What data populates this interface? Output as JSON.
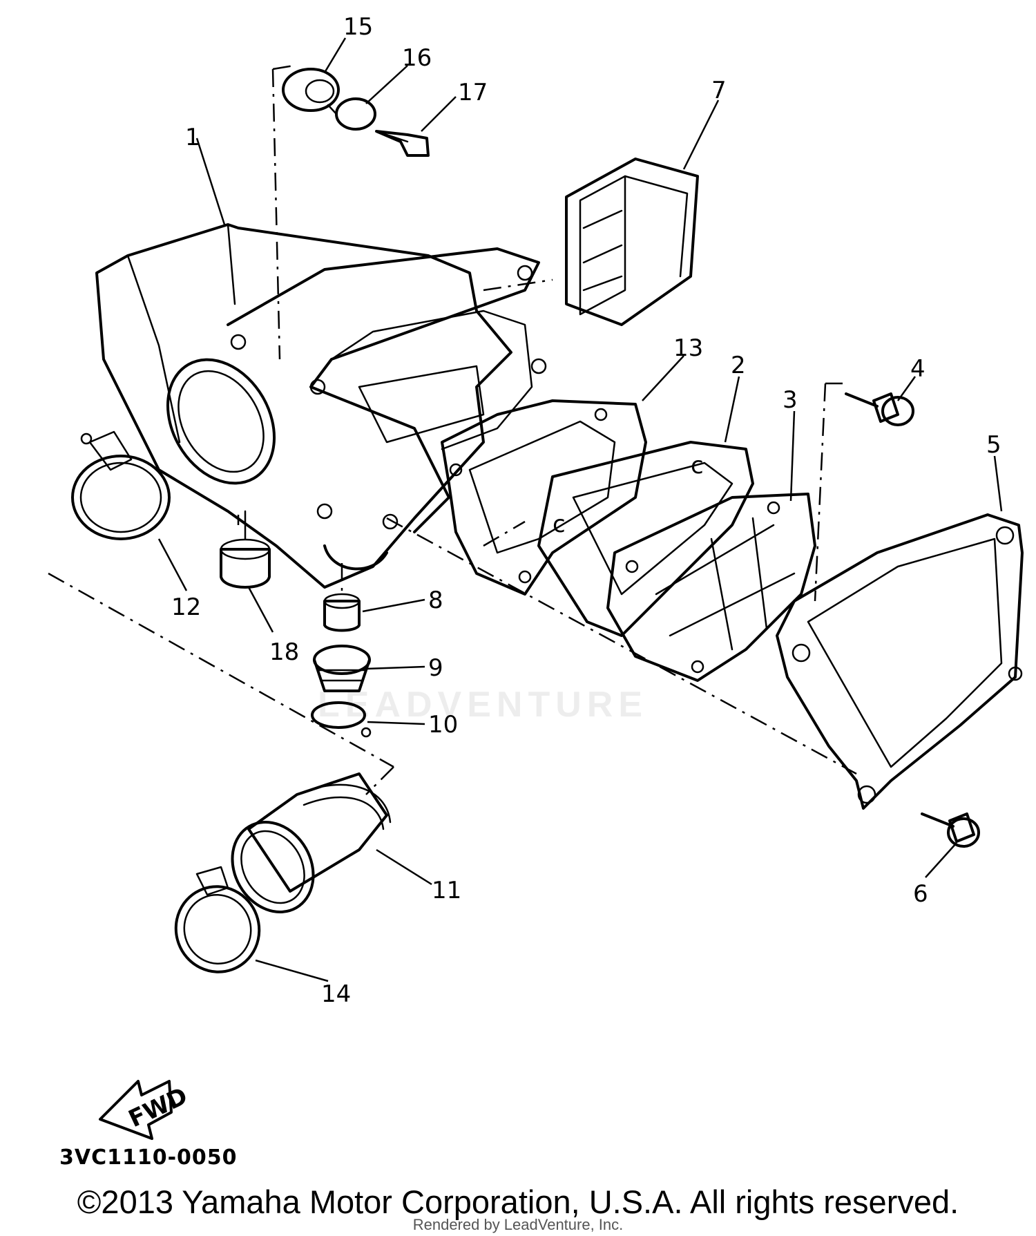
{
  "callouts": [
    {
      "id": "1",
      "label": "1"
    },
    {
      "id": "2",
      "label": "2"
    },
    {
      "id": "3",
      "label": "3"
    },
    {
      "id": "4",
      "label": "4"
    },
    {
      "id": "5",
      "label": "5"
    },
    {
      "id": "6",
      "label": "6"
    },
    {
      "id": "7",
      "label": "7"
    },
    {
      "id": "8",
      "label": "8"
    },
    {
      "id": "9",
      "label": "9"
    },
    {
      "id": "10",
      "label": "10"
    },
    {
      "id": "11",
      "label": "11"
    },
    {
      "id": "12",
      "label": "12"
    },
    {
      "id": "13",
      "label": "13"
    },
    {
      "id": "14",
      "label": "14"
    },
    {
      "id": "15",
      "label": "15"
    },
    {
      "id": "16",
      "label": "16"
    },
    {
      "id": "17",
      "label": "17"
    },
    {
      "id": "18",
      "label": "18"
    }
  ],
  "fwd_arrow": {
    "label": "FWD"
  },
  "diagram_code": "3VC1110-0050",
  "copyright": "©2013 Yamaha Motor Corporation, U.S.A. All rights reserved.",
  "rendered_by": "Rendered by LeadVenture, Inc.",
  "watermark": "LEADVENTURE"
}
